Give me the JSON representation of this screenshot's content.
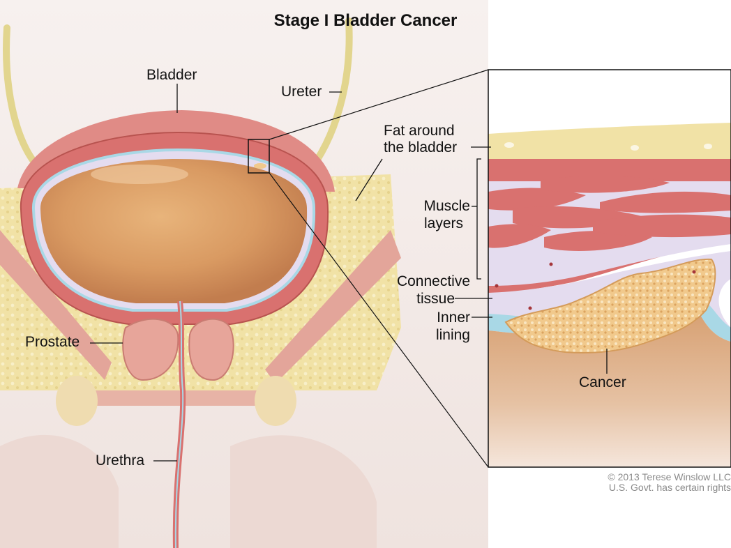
{
  "title": "Stage I Bladder Cancer",
  "labels": {
    "bladder": "Bladder",
    "ureter": "Ureter",
    "fat_line1": "Fat around",
    "fat_line2": "the bladder",
    "muscle_line1": "Muscle",
    "muscle_line2": "layers",
    "connective_line1": "Connective",
    "connective_line2": "tissue",
    "inner_line1": "Inner",
    "inner_line2": "lining",
    "prostate": "Prostate",
    "urethra": "Urethra",
    "cancer": "Cancer"
  },
  "credit": {
    "line1": "© 2013 Terese Winslow LLC",
    "line2": "U.S. Govt. has certain rights"
  },
  "colors": {
    "fat": "#f1e2a6",
    "muscle": "#d9716f",
    "lumen": "#d79a62",
    "connective": "#e4dcef",
    "inner_lining": "#a9d8e6",
    "cancer": "#f1c98c",
    "ureter": "#e2d58e"
  }
}
